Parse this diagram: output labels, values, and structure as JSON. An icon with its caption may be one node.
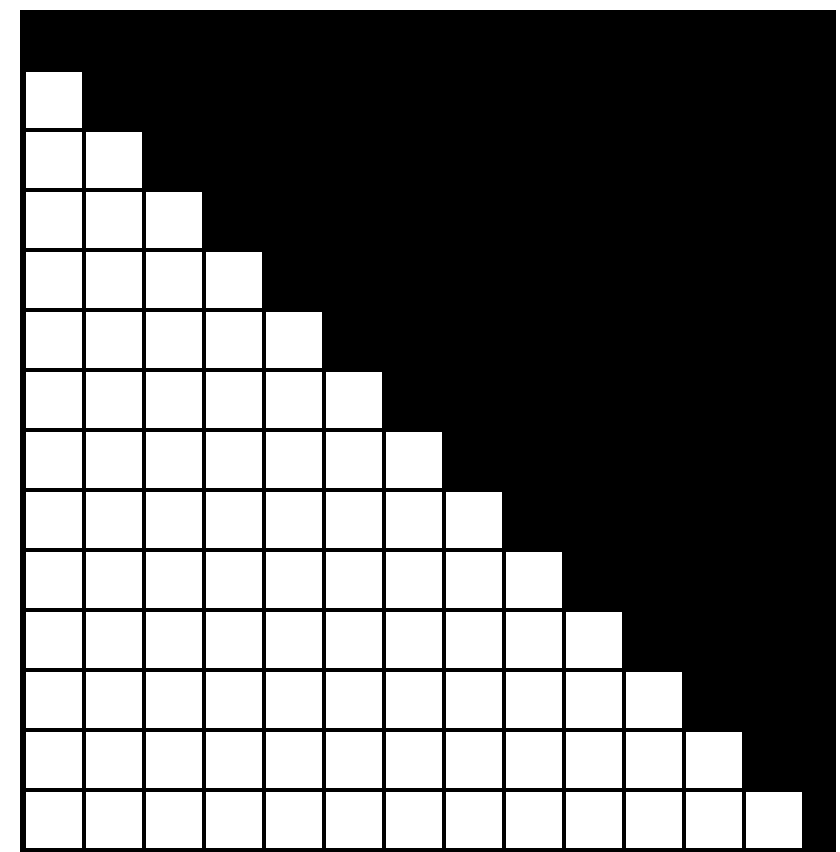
{
  "diagram": {
    "nodes": [
      {
        "text": [],
        "shape": "box"
      },
      {
        "text": [],
        "shape": "box"
      },
      {
        "text": [],
        "shape": "box"
      },
      {
        "text": [],
        "shape": "box"
      },
      {
        "text": [],
        "shape": "box"
      },
      {
        "text": [],
        "shape": "box"
      },
      {
        "text": [],
        "shape": "box"
      },
      {
        "text": [],
        "shape": "box"
      },
      {
        "text": [],
        "shape": "box"
      },
      {
        "text": [],
        "shape": "box"
      },
      {
        "text": [],
        "shape": "box"
      },
      {
        "text": [],
        "shape": "box"
      },
      {
        "text": [],
        "shape": "box"
      },
      {
        "text": [],
        "shape": "box"
      },
      {
        "text": [],
        "shape": "box"
      },
      {
        "text": [],
        "shape": "box"
      },
      {
        "text": [],
        "shape": "box"
      },
      {
        "text": [],
        "shape": "box"
      },
      {
        "text": [],
        "shape": "box"
      },
      {
        "text": [],
        "shape": "box"
      },
      {
        "text": [],
        "shape": "box"
      },
      {
        "text": [],
        "shape": "box"
      },
      {
        "text": [],
        "shape": "box"
      },
      {
        "text": [],
        "shape": "box"
      },
      {
        "text": [],
        "shape": "box"
      },
      {
        "text": [],
        "shape": "box"
      },
      {
        "text": [],
        "shape": "box"
      },
      {
        "text": [],
        "shape": "box"
      },
      {
        "text": [],
        "shape": "box"
      },
      {
        "text": [],
        "shape": "box"
      },
      {
        "text": [],
        "shape": "box"
      },
      {
        "text": [],
        "shape": "box"
      },
      {
        "text": [],
        "shape": "box"
      },
      {
        "text": [],
        "shape": "box"
      },
      {
        "text": [],
        "shape": "box"
      },
      {
        "text": [],
        "shape": "box"
      },
      {
        "text": [],
        "shape": "box"
      },
      {
        "text": [],
        "shape": "box"
      },
      {
        "text": [],
        "shape": "box"
      },
      {
        "text": [],
        "shape": "box"
      },
      {
        "text": [],
        "shape": "box"
      },
      {
        "text": [],
        "shape": "box"
      },
      {
        "text": [],
        "shape": "box"
      },
      {
        "text": [],
        "shape": "box"
      },
      {
        "text": [],
        "shape": "box"
      },
      {
        "text": [],
        "shape": "box"
      },
      {
        "text": [],
        "shape": "box"
      },
      {
        "text": [],
        "shape": "box"
      },
      {
        "text": [],
        "shape": "box"
      },
      {
        "text": [],
        "shape": "box"
      },
      {
        "text": [],
        "shape": "box"
      },
      {
        "text": [],
        "shape": "box"
      },
      {
        "text": [],
        "shape": "box"
      },
      {
        "text": [],
        "shape": "box"
      },
      {
        "text": [],
        "shape": "box"
      },
      {
        "text": [],
        "shape": "box"
      },
      {
        "text": [],
        "shape": "box"
      },
      {
        "text": [],
        "shape": "box"
      },
      {
        "text": [],
        "shape": "box"
      },
      {
        "text": [],
        "shape": "box"
      },
      {
        "text": [],
        "shape": "box"
      },
      {
        "text": [],
        "shape": "box"
      },
      {
        "text": [],
        "shape": "box"
      },
      {
        "text": [],
        "shape": "box"
      },
      {
        "text": [],
        "shape": "box"
      },
      {
        "text": [],
        "shape": "box"
      },
      {
        "text": [],
        "shape": "box"
      },
      {
        "text": [],
        "shape": "box"
      },
      {
        "text": [],
        "shape": "box"
      },
      {
        "text": [],
        "shape": "box"
      },
      {
        "text": [],
        "shape": "box"
      },
      {
        "text": [],
        "shape": "box"
      },
      {
        "text": [],
        "shape": "box"
      },
      {
        "text": [],
        "shape": "box"
      },
      {
        "text": [],
        "shape": "box"
      },
      {
        "text": [],
        "shape": "box"
      },
      {
        "text": [],
        "shape": "box"
      },
      {
        "text": [],
        "shape": "box"
      },
      {
        "text": [],
        "shape": "box"
      },
      {
        "text": [],
        "shape": "box"
      },
      {
        "text": [],
        "shape": "box"
      },
      {
        "text": [],
        "shape": "box"
      },
      {
        "text": [],
        "shape": "box"
      },
      {
        "text": [],
        "shape": "box"
      },
      {
        "text": [],
        "shape": "box"
      },
      {
        "text": [],
        "shape": "box"
      },
      {
        "text": [],
        "shape": "box"
      },
      {
        "text": [],
        "shape": "box"
      },
      {
        "text": [],
        "shape": "box"
      },
      {
        "text": [],
        "shape": "box"
      },
      {
        "text": [],
        "shape": "box"
      }
    ]
  }
}
